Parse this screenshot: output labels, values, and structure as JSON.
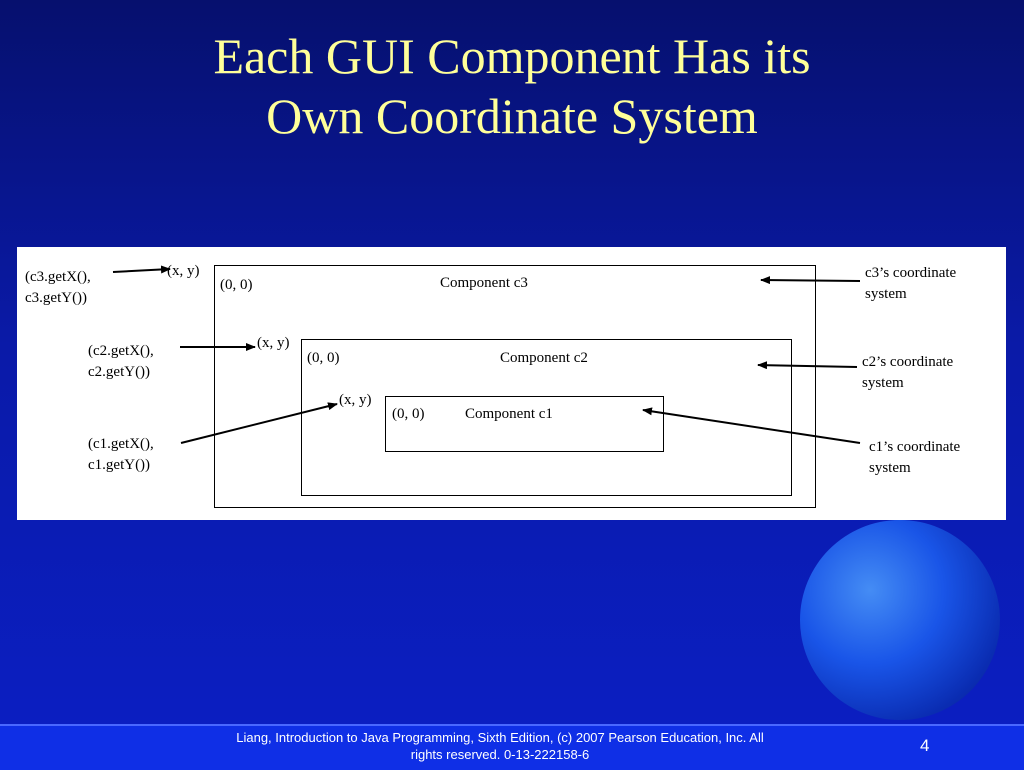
{
  "slide": {
    "title_line1": "Each GUI Component Has its",
    "title_line2": "Own Coordinate System"
  },
  "diagram": {
    "c3": {
      "name": "Component c3",
      "origin": "(0, 0)",
      "position": "(x, y)",
      "getter_line1": "(c3.getX(),",
      "getter_line2": "c3.getY())",
      "coord_line1": "c3’s coordinate",
      "coord_line2": "system"
    },
    "c2": {
      "name": "Component c2",
      "origin": "(0, 0)",
      "position": "(x, y)",
      "getter_line1": "(c2.getX(),",
      "getter_line2": "c2.getY())",
      "coord_line1": "c2’s coordinate",
      "coord_line2": "system"
    },
    "c1": {
      "name": "Component c1",
      "origin": "(0, 0)",
      "position": "(x, y)",
      "getter_line1": "(c1.getX(),",
      "getter_line2": "c1.getY())",
      "coord_line1": "c1’s coordinate",
      "coord_line2": "system"
    }
  },
  "footer": {
    "line1": "Liang, Introduction to Java Programming, Sixth Edition, (c) 2007 Pearson Education, Inc. All",
    "line2": "rights reserved. 0-13-222158-6",
    "page": "4"
  },
  "colors": {
    "title": "#ffff99",
    "background": "#0a1aa8",
    "footer_bar": "#0f2fe6"
  }
}
